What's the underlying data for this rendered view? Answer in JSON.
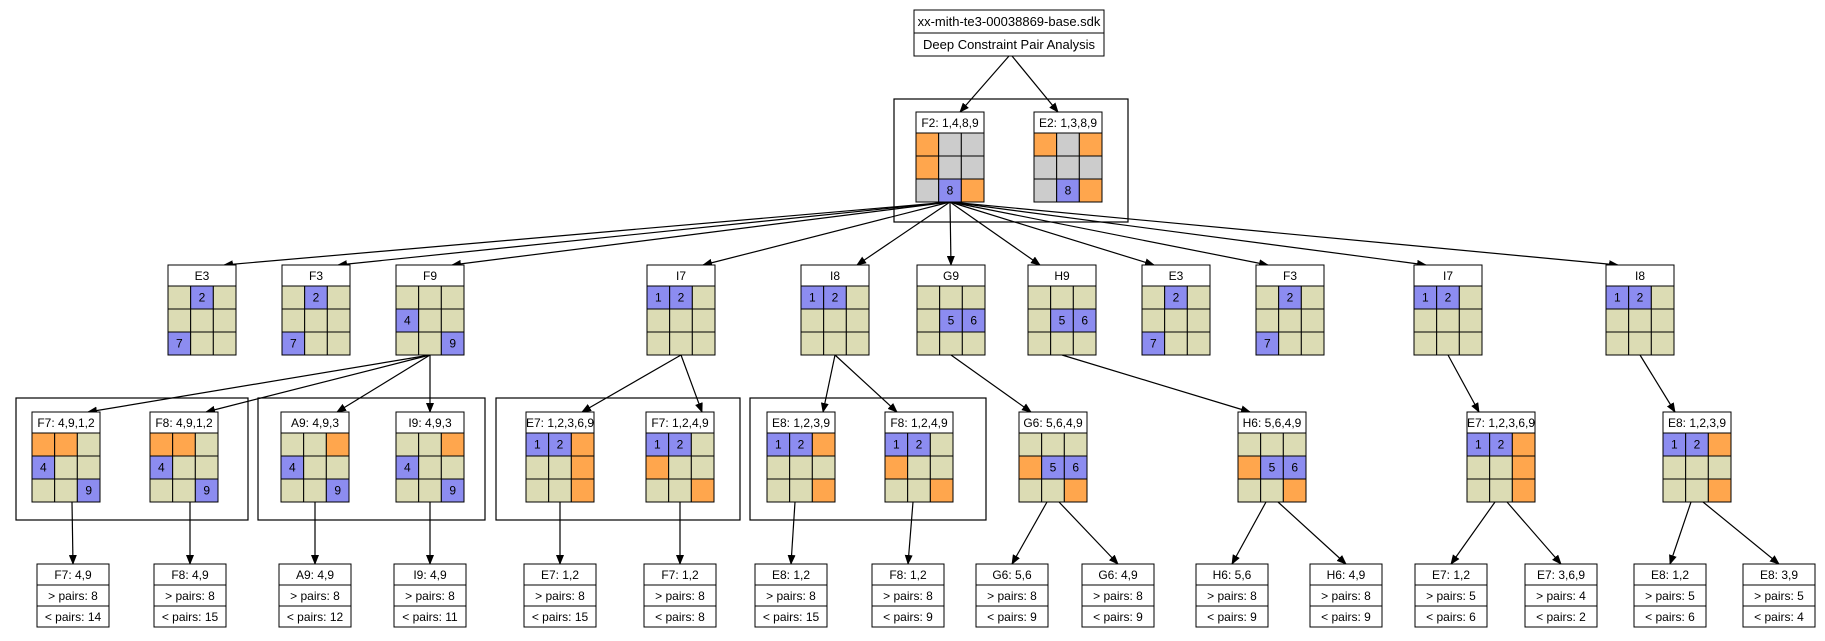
{
  "colors": {
    "empty": "#dcdcb4",
    "candidate": "#8c8cf0",
    "orange": "#ffa64d",
    "gray": "#cccccc",
    "line": "#000000",
    "background": "#ffffff"
  },
  "root": {
    "title": "xx-mith-te3-00038869-base.sdk",
    "subtitle": "Deep Constraint Pair Analysis"
  },
  "level1": [
    {
      "title": "F2: 1,4,8,9",
      "cells": [
        "o",
        "g",
        "g",
        "o",
        "g",
        "g",
        "g",
        "8",
        "o"
      ]
    },
    {
      "title": "E2: 1,3,8,9",
      "cells": [
        "o",
        "g",
        "o",
        "g",
        "g",
        "g",
        "g",
        "8",
        "o"
      ]
    }
  ],
  "level2": [
    {
      "title": "E3",
      "cells": [
        "e",
        "2",
        "e",
        "e",
        "e",
        "e",
        "7",
        "e",
        "e"
      ]
    },
    {
      "title": "F3",
      "cells": [
        "e",
        "2",
        "e",
        "e",
        "e",
        "e",
        "7",
        "e",
        "e"
      ]
    },
    {
      "title": "F9",
      "cells": [
        "e",
        "e",
        "e",
        "4",
        "e",
        "e",
        "e",
        "e",
        "9"
      ]
    },
    {
      "title": "I7",
      "cells": [
        "1",
        "2",
        "e",
        "e",
        "e",
        "e",
        "e",
        "e",
        "e"
      ]
    },
    {
      "title": "I8",
      "cells": [
        "1",
        "2",
        "e",
        "e",
        "e",
        "e",
        "e",
        "e",
        "e"
      ]
    },
    {
      "title": "G9",
      "cells": [
        "e",
        "e",
        "e",
        "e",
        "5",
        "6",
        "e",
        "e",
        "e"
      ]
    },
    {
      "title": "H9",
      "cells": [
        "e",
        "e",
        "e",
        "e",
        "5",
        "6",
        "e",
        "e",
        "e"
      ]
    },
    {
      "title": "E3",
      "cells": [
        "e",
        "2",
        "e",
        "e",
        "e",
        "e",
        "7",
        "e",
        "e"
      ]
    },
    {
      "title": "F3",
      "cells": [
        "e",
        "2",
        "e",
        "e",
        "e",
        "e",
        "7",
        "e",
        "e"
      ]
    },
    {
      "title": "I7",
      "cells": [
        "1",
        "2",
        "e",
        "e",
        "e",
        "e",
        "e",
        "e",
        "e"
      ]
    },
    {
      "title": "I8",
      "cells": [
        "1",
        "2",
        "e",
        "e",
        "e",
        "e",
        "e",
        "e",
        "e"
      ]
    }
  ],
  "level3": [
    {
      "title": "F7: 4,9,1,2",
      "cells": [
        "o",
        "o",
        "e",
        "4",
        "e",
        "e",
        "e",
        "e",
        "9"
      ]
    },
    {
      "title": "F8: 4,9,1,2",
      "cells": [
        "o",
        "o",
        "e",
        "4",
        "e",
        "e",
        "e",
        "e",
        "9"
      ]
    },
    {
      "title": "A9: 4,9,3",
      "cells": [
        "e",
        "e",
        "o",
        "4",
        "e",
        "e",
        "e",
        "e",
        "9"
      ]
    },
    {
      "title": "I9: 4,9,3",
      "cells": [
        "e",
        "e",
        "o",
        "4",
        "e",
        "e",
        "e",
        "e",
        "9"
      ]
    },
    {
      "title": "E7: 1,2,3,6,9",
      "cells": [
        "1",
        "2",
        "o",
        "e",
        "e",
        "o",
        "e",
        "e",
        "o"
      ]
    },
    {
      "title": "F7: 1,2,4,9",
      "cells": [
        "1",
        "2",
        "e",
        "o",
        "e",
        "e",
        "e",
        "e",
        "o"
      ]
    },
    {
      "title": "E8: 1,2,3,9",
      "cells": [
        "1",
        "2",
        "o",
        "e",
        "e",
        "e",
        "e",
        "e",
        "o"
      ]
    },
    {
      "title": "F8: 1,2,4,9",
      "cells": [
        "1",
        "2",
        "e",
        "o",
        "e",
        "e",
        "e",
        "e",
        "o"
      ]
    },
    {
      "title": "G6: 5,6,4,9",
      "cells": [
        "e",
        "e",
        "e",
        "o",
        "5",
        "6",
        "e",
        "e",
        "o"
      ]
    },
    {
      "title": "H6: 5,6,4,9",
      "cells": [
        "e",
        "e",
        "e",
        "o",
        "5",
        "6",
        "e",
        "e",
        "o"
      ]
    },
    {
      "title": "E7: 1,2,3,6,9",
      "cells": [
        "1",
        "2",
        "o",
        "e",
        "e",
        "o",
        "e",
        "e",
        "o"
      ]
    },
    {
      "title": "E8: 1,2,3,9",
      "cells": [
        "1",
        "2",
        "o",
        "e",
        "e",
        "e",
        "e",
        "e",
        "o"
      ]
    }
  ],
  "leaves": [
    {
      "title": "F7: 4,9",
      "gt": "> pairs: 8",
      "lt": "< pairs: 14"
    },
    {
      "title": "F8: 4,9",
      "gt": "> pairs: 8",
      "lt": "< pairs: 15"
    },
    {
      "title": "A9: 4,9",
      "gt": "> pairs: 8",
      "lt": "< pairs: 12"
    },
    {
      "title": "I9: 4,9",
      "gt": "> pairs: 8",
      "lt": "< pairs: 11"
    },
    {
      "title": "E7: 1,2",
      "gt": "> pairs: 8",
      "lt": "< pairs: 15"
    },
    {
      "title": "F7: 1,2",
      "gt": "> pairs: 8",
      "lt": "< pairs: 8"
    },
    {
      "title": "E8: 1,2",
      "gt": "> pairs: 8",
      "lt": "< pairs: 15"
    },
    {
      "title": "F8: 1,2",
      "gt": "> pairs: 8",
      "lt": "< pairs: 9"
    },
    {
      "title": "G6: 5,6",
      "gt": "> pairs: 8",
      "lt": "< pairs: 9"
    },
    {
      "title": "G6: 4,9",
      "gt": "> pairs: 8",
      "lt": "< pairs: 9"
    },
    {
      "title": "H6: 5,6",
      "gt": "> pairs: 8",
      "lt": "< pairs: 9"
    },
    {
      "title": "H6: 4,9",
      "gt": "> pairs: 8",
      "lt": "< pairs: 9"
    },
    {
      "title": "E7: 1,2",
      "gt": "> pairs: 5",
      "lt": "< pairs: 6"
    },
    {
      "title": "E7: 3,6,9",
      "gt": "> pairs: 4",
      "lt": "< pairs: 2"
    },
    {
      "title": "E8: 1,2",
      "gt": "> pairs: 5",
      "lt": "< pairs: 6"
    },
    {
      "title": "E8: 3,9",
      "gt": "> pairs: 5",
      "lt": "< pairs: 4"
    }
  ]
}
